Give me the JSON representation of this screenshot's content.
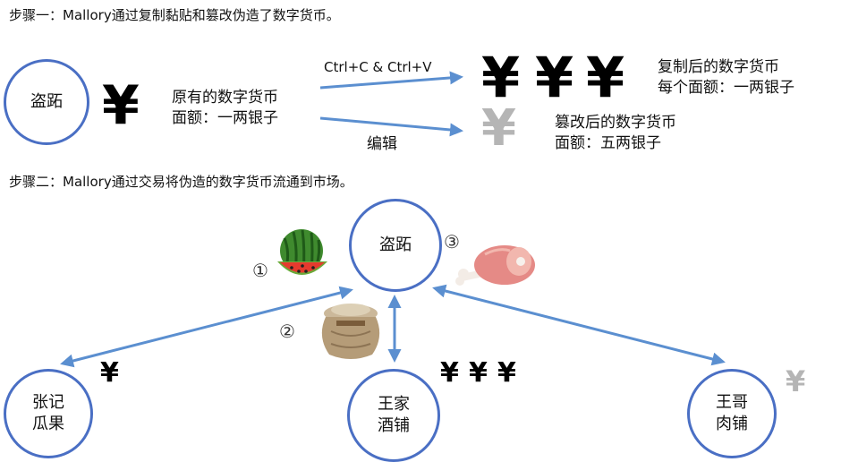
{
  "step1": {
    "text": "步骤一：Mallory通过复制黏贴和篡改伪造了数字货币。"
  },
  "step2": {
    "text": "步骤二：Mallory通过交易将伪造的数字货币流通到市场。"
  },
  "symbols": {
    "yen": "¥",
    "circled_1": "①",
    "circled_2": "②",
    "circled_3": "③"
  },
  "section1": {
    "actor": "盗跖",
    "original_currency": {
      "line1": "原有的数字货币",
      "line2": "面额：一两银子"
    },
    "copy_action": "Ctrl+C  & Ctrl+V",
    "edit_action": "编辑",
    "copied_currency": {
      "line1": "复制后的数字货币",
      "line2": "每个面额：一两银子"
    },
    "tampered_currency": {
      "line1": "篡改后的数字货币",
      "line2": "面额：五两银子"
    }
  },
  "section2": {
    "center_actor": "盗跖",
    "fruit_shop": {
      "line1": "张记",
      "line2": "瓜果"
    },
    "wine_shop": {
      "line1": "王家",
      "line2": "酒铺"
    },
    "meat_shop": {
      "line1": "王哥",
      "line2": "肉铺"
    }
  },
  "colors": {
    "arrow": "#5b8fd0",
    "circle_border": "#4a6fc4",
    "yen_genuine": "#000000",
    "yen_tampered": "#b5b5b5"
  },
  "icons": [
    "watermelon-icon",
    "wine-jar-icon",
    "ham-icon"
  ]
}
